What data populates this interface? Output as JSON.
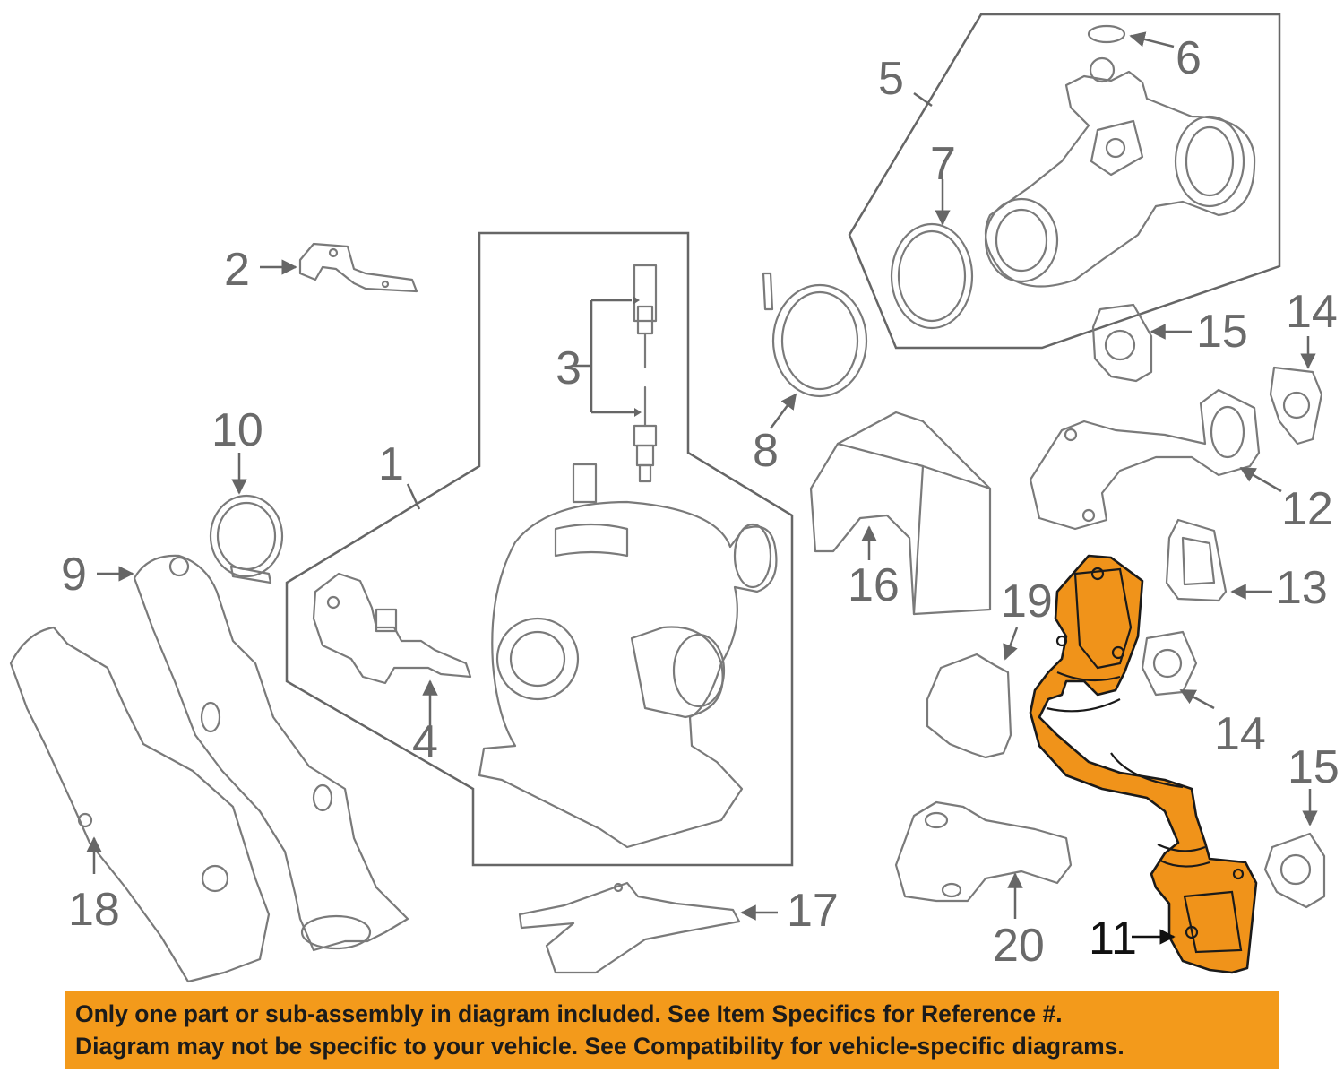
{
  "diagram": {
    "callouts": [
      {
        "id": "1",
        "label": "1"
      },
      {
        "id": "2",
        "label": "2"
      },
      {
        "id": "3",
        "label": "3"
      },
      {
        "id": "4",
        "label": "4"
      },
      {
        "id": "5",
        "label": "5"
      },
      {
        "id": "6",
        "label": "6"
      },
      {
        "id": "7",
        "label": "7"
      },
      {
        "id": "8",
        "label": "8"
      },
      {
        "id": "9",
        "label": "9"
      },
      {
        "id": "10",
        "label": "10"
      },
      {
        "id": "11",
        "label": "11"
      },
      {
        "id": "12",
        "label": "12"
      },
      {
        "id": "13",
        "label": "13"
      },
      {
        "id": "14a",
        "label": "14"
      },
      {
        "id": "14b",
        "label": "14"
      },
      {
        "id": "15a",
        "label": "15"
      },
      {
        "id": "15b",
        "label": "15"
      },
      {
        "id": "16",
        "label": "16"
      },
      {
        "id": "17",
        "label": "17"
      },
      {
        "id": "18",
        "label": "18"
      },
      {
        "id": "19",
        "label": "19"
      },
      {
        "id": "20",
        "label": "20"
      }
    ],
    "highlighted_part": "11",
    "highlight_color": "#f0931a"
  },
  "banner": {
    "line1": "Only one part or sub-assembly in diagram included. See Item Specifics for Reference #.",
    "line2": "Diagram may not be specific to your vehicle. See Compatibility for vehicle-specific diagrams.",
    "color": "#f39a1b"
  }
}
